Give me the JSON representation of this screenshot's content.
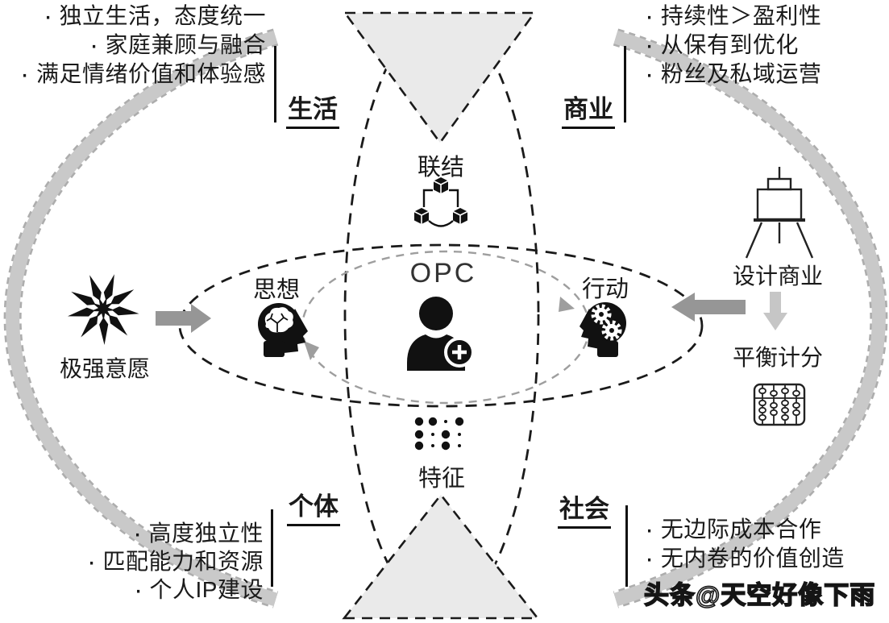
{
  "center": {
    "label": "OPC",
    "icon": "add-user-icon"
  },
  "axis_nodes": {
    "top": {
      "label": "联结",
      "icon": "cube-network-icon"
    },
    "bottom": {
      "label": "特征",
      "icon": "braille-dots-icon"
    },
    "left": {
      "label": "思想",
      "icon": "brain-head-icon"
    },
    "right": {
      "label": "行动",
      "icon": "gear-head-icon"
    }
  },
  "side_annotations": {
    "left": {
      "label": "极强意愿",
      "icon": "starburst-icon"
    },
    "right": {
      "top_label": "设计商业",
      "top_icon": "easel-icon",
      "bottom_label": "平衡计分",
      "bottom_icon": "abacus-icon"
    }
  },
  "quadrants": {
    "life": {
      "label": "生活",
      "bullets": [
        "独立生活，态度统一",
        "家庭兼顾与融合",
        "满足情绪价值和体验感"
      ]
    },
    "business": {
      "label": "商业",
      "bullets": [
        "持续性＞盈利性",
        "从保有到优化",
        "粉丝及私域运营"
      ]
    },
    "individual": {
      "label": "个体",
      "bullets": [
        "高度独立性",
        "匹配能力和资源",
        "个人IP建设"
      ]
    },
    "society": {
      "label": "社会",
      "bullets": [
        "无边际成本合作",
        "无内卷的价值创造",
        ""
      ]
    }
  },
  "watermark": "头条@天空好像下雨",
  "ui": {
    "bullet": "·"
  },
  "colors": {
    "arc_band": "#c9c9c9",
    "arc_band_edge": "#adadad",
    "triangle_fill": "#eaeaea",
    "dashed_black": "#1a1a1a",
    "dashed_gray": "#9e9e9e",
    "solid_arrow": "#969696",
    "light_arrow": "#c6c6c6",
    "text": "#1a1a1a",
    "watermark_fill": "#ffffff",
    "watermark_stroke": "#151515"
  }
}
